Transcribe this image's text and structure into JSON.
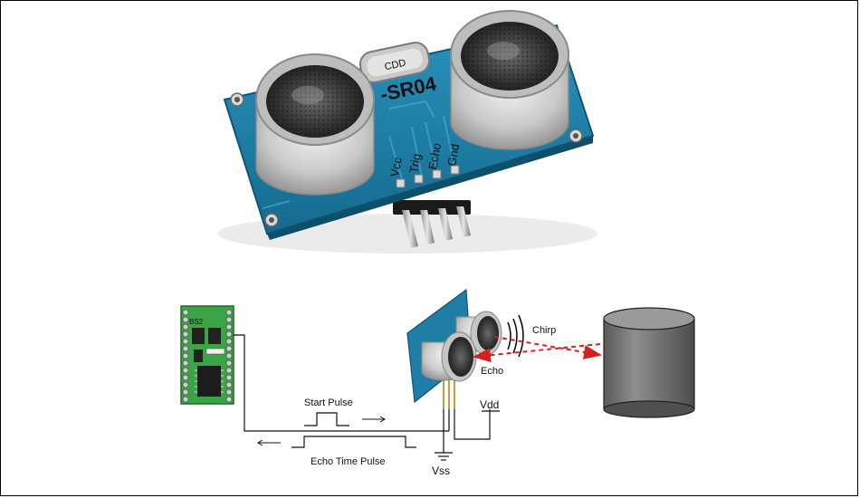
{
  "module": {
    "model_label": "-SR04",
    "crystal_label": "CDD",
    "pins": [
      "Vcc",
      "Trig",
      "Echo",
      "Gnd"
    ]
  },
  "diagram": {
    "board_label": "BS2",
    "start_pulse": "Start Pulse",
    "echo_time_pulse": "Echo Time Pulse",
    "chirp": "Chirp",
    "echo": "Echo",
    "vdd": "Vdd",
    "vss": "Vss"
  },
  "colors": {
    "pcb_blue": "#1f7ea6",
    "board_green": "#2e9a3a",
    "chirp_red": "#d62020",
    "obstacle_gray": "#7b7b7b"
  }
}
